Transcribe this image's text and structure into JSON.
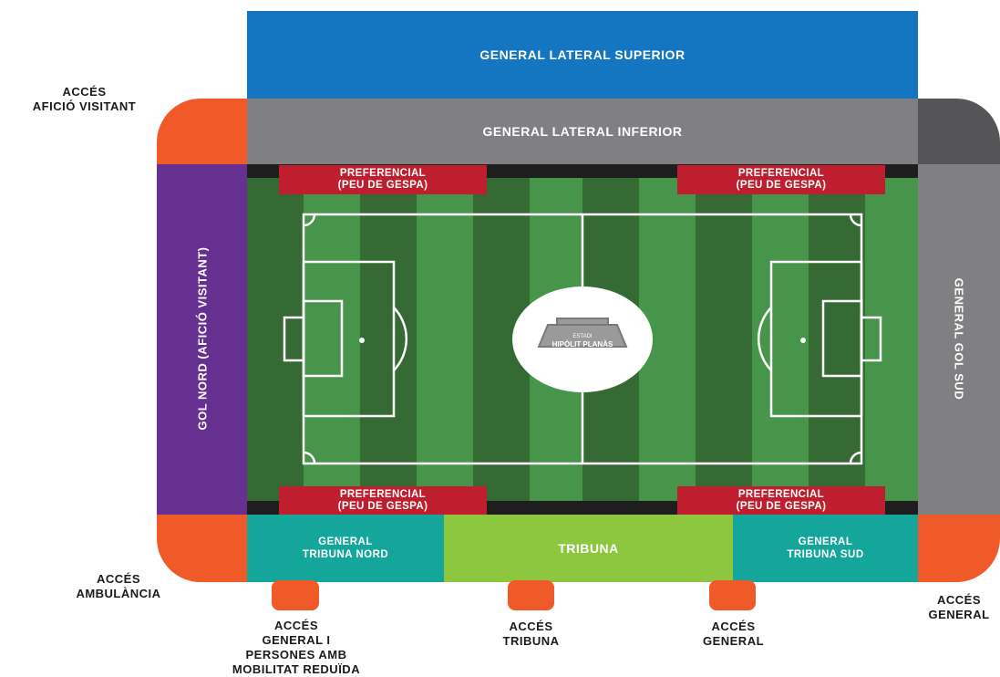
{
  "colors": {
    "upper_stand": "#1475c0",
    "lower_stand": "#808083",
    "north_goal": "#65308f",
    "south_goal": "#808083",
    "corner_dark": "#555557",
    "access_orange": "#f05a28",
    "preferential_red": "#bf1e2e",
    "tribuna_green": "#8dc63f",
    "tribuna_side_teal": "#14a69a",
    "pitch_dark": "#356a34",
    "pitch_light": "#47954a"
  },
  "stands": {
    "general_lateral_superior": "GENERAL LATERAL SUPERIOR",
    "general_lateral_inferior": "GENERAL LATERAL INFERIOR",
    "gol_nord": "GOL NORD (AFICIÓ VISITANT)",
    "general_gol_sud": "GENERAL GOL SUD",
    "general_tribuna_nord": "GENERAL\nTRIBUNA NORD",
    "tribuna": "TRIBUNA",
    "general_tribuna_sud": "GENERAL\nTRIBUNA SUD"
  },
  "preferential": {
    "line1": "PREFERENCIAL",
    "line2": "(PEU DE GESPA)"
  },
  "stadium_logo": {
    "small": "ESTADI",
    "name": "HIPÒLIT PLANÀS"
  },
  "accesses": {
    "afeccio_visitant": "ACCÉS\nAFICIÓ VISITANT",
    "ambulancia": "ACCÉS\nAMBULÀNCIA",
    "general_right": "ACCÉS\nGENERAL",
    "general_mobilitat": "ACCÉS\nGENERAL I\nPERSONES AMB\nMOBILITAT REDUÏDA",
    "tribuna": "ACCÉS\nTRIBUNA",
    "general_bottom": "ACCÉS\nGENERAL"
  }
}
